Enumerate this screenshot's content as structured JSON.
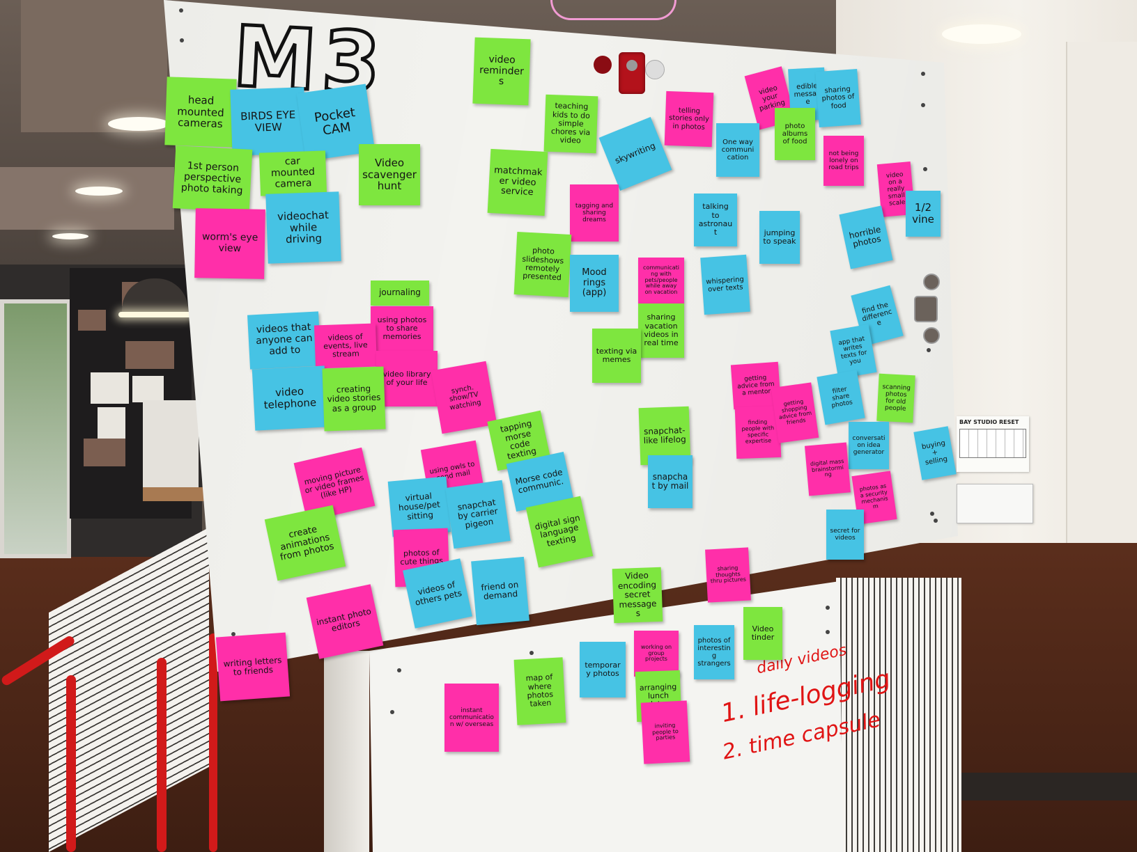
{
  "board": {
    "title": "M3",
    "red_notes": [
      "daily videos",
      "1. life-logging",
      "2. time capsule"
    ]
  },
  "notes": {
    "n01": "head mounted cameras",
    "n02": "BIRDS EYE VIEW",
    "n03": "Pocket CAM",
    "n04": "1st person perspective photo taking",
    "n05": "car mounted camera",
    "n06": "Video scavenger hunt",
    "n07": "worm's eye view",
    "n08": "videochat while driving",
    "n09": "video reminders",
    "n10": "teaching kids to do simple chores via video",
    "n11": "matchmaker video service",
    "n12": "skywriting",
    "n13": "telling stories only in photos",
    "n14": "video your parking",
    "n15": "edible message",
    "n16": "sharing photos of food",
    "n17": "One way communication",
    "n18": "photo albums of food",
    "n19": "not being lonely on road trips",
    "n20": "tagging and sharing dreams",
    "n21": "video on a really small scale",
    "n22": "1/2 vine",
    "n23": "talking to astronaut",
    "n24": "jumping to speak",
    "n25": "horrible photos",
    "n26": "photo slideshows remotely presented",
    "n27": "Mood rings (app)",
    "n28": "communicating with pets/people while away on vacation",
    "n29": "whispering over texts",
    "n30": "sharing vacation videos in real time",
    "n31": "find the difference",
    "n32": "journaling",
    "n33": "using photos to share memories",
    "n34": "videos that anyone can add to",
    "n35": "videos of events, live stream",
    "n36": "video library of your life",
    "n37": "video telephone",
    "n38": "creating video stories as a group",
    "n39": "synch. show/TV watching",
    "n40": "texting via memes",
    "n41": "app that writes texts for you",
    "n42": "getting advice from a mentor",
    "n43": "finding people with specific expertise",
    "n44": "getting shopping advice from friends",
    "n45": "filter share photos",
    "n46": "scanning photos for old people",
    "n47": "snapchat-like lifelog",
    "n48": "snapchat by mail",
    "n49": "conversation idea generator",
    "n50": "digital mass brainstorming",
    "n51": "buying + selling",
    "n52": "photos as a security mechanism",
    "n53": "secret for videos",
    "n54": "tapping morse code texting",
    "n55": "using owls to send mail",
    "n56": "moving picture or video frames (like HP)",
    "n57": "virtual house/pet sitting",
    "n58": "snapchat by carrier pigeon",
    "n59": "Morse code communic.",
    "n60": "digital sign language texting",
    "n61": "create animations from photos",
    "n62": "photos of cute things",
    "n63": "videos of others pets",
    "n64": "friend on demand",
    "n65": "Video encoding secret messages",
    "n66": "sharing thoughts thru pictures",
    "n67": "instant photo editors",
    "n68": "writing letters to friends",
    "n69": "temporary photos",
    "n70": "working on group projects",
    "n71": "photos of interesting strangers",
    "n72": "Video tinder",
    "n73": "map of where photos taken",
    "n74": "arranging lunch dates",
    "n75": "instant communication w/ overseas",
    "n76": "inviting people to parties"
  },
  "flyer": {
    "title": "BAY STUDIO RESET"
  }
}
